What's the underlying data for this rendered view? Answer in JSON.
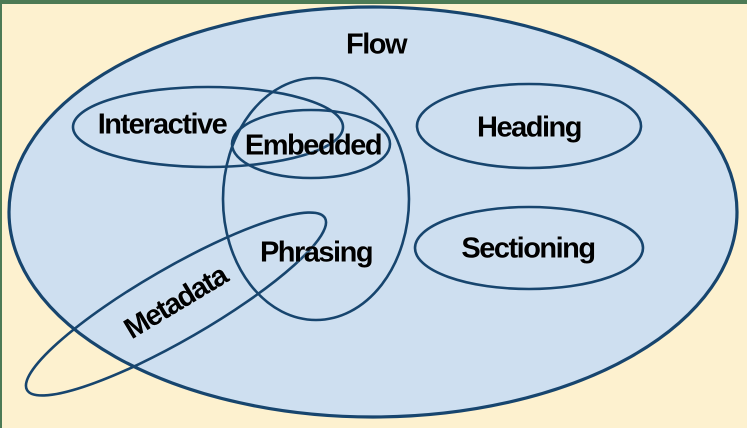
{
  "diagram": {
    "type": "euler-venn",
    "description_visible_sets": [
      "Flow",
      "Interactive",
      "Embedded",
      "Heading",
      "Phrasing",
      "Sectioning",
      "Metadata"
    ],
    "sets": [
      {
        "id": "flow",
        "label": "Flow"
      },
      {
        "id": "interactive",
        "label": "Interactive"
      },
      {
        "id": "embedded",
        "label": "Embedded"
      },
      {
        "id": "heading",
        "label": "Heading"
      },
      {
        "id": "phrasing",
        "label": "Phrasing"
      },
      {
        "id": "sectioning",
        "label": "Sectioning"
      },
      {
        "id": "metadata",
        "label": "Metadata"
      }
    ],
    "colors": {
      "canvas_background": "#FDF1CF",
      "flow_fill": "#CEDFF0",
      "ellipse_stroke": "#17456E",
      "frame_green": "#4C7A55",
      "label_text": "#000000"
    }
  }
}
